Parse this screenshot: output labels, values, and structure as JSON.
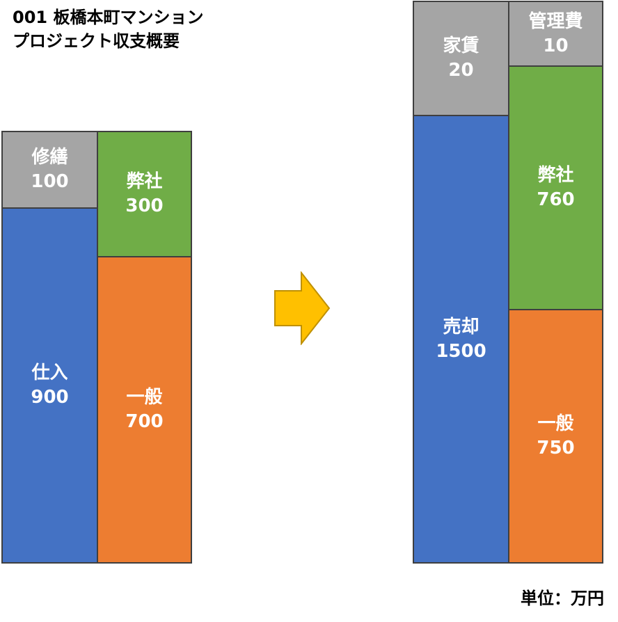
{
  "title": {
    "line1": "001 板橋本町マンション",
    "line2": "プロジェクト収支概要"
  },
  "before": {
    "uses": [
      {
        "label": "修繕",
        "value": "100"
      },
      {
        "label": "仕入",
        "value": "900"
      }
    ],
    "sources": [
      {
        "label": "弊社",
        "value": "300"
      },
      {
        "label": "一般",
        "value": "700"
      }
    ]
  },
  "after": {
    "uses": [
      {
        "label": "家賃",
        "value": "20"
      },
      {
        "label": "売却",
        "value": "1500"
      }
    ],
    "sources": [
      {
        "label": "管理費",
        "value": "10"
      },
      {
        "label": "弊社",
        "value": "760"
      },
      {
        "label": "一般",
        "value": "750"
      }
    ]
  },
  "unit_label": "単位：万円",
  "colors": {
    "blue": "#4472c4",
    "green": "#70ad47",
    "orange": "#ed7d31",
    "gray": "#a5a5a5",
    "arrow": "#ffc000"
  }
}
